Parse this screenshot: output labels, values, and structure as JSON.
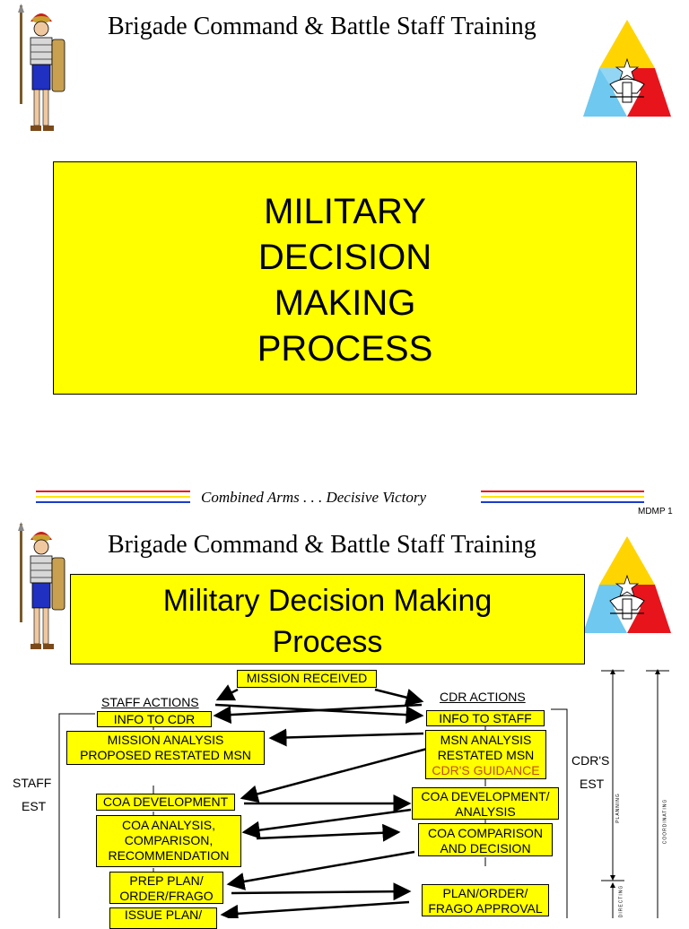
{
  "slide1": {
    "header_title": "Brigade Command & Battle Staff Training",
    "title_lines": [
      "MILITARY",
      "DECISION",
      "MAKING",
      "PROCESS"
    ],
    "footer_motto": "Combined Arms . . . Decisive Victory",
    "slide_number": "MDMP 1"
  },
  "slide2": {
    "header_title": "Brigade Command & Battle Staff Training",
    "title_lines": [
      "Military Decision Making",
      "Process"
    ],
    "mission_received": "MISSION RECEIVED",
    "staff_actions": "STAFF ACTIONS",
    "cdr_actions": "CDR ACTIONS",
    "staff_est_1": "STAFF",
    "staff_est_2": "EST",
    "cdr_est_1": "CDR'S",
    "cdr_est_2": "EST",
    "left_boxes": {
      "info_to_cdr": "INFO TO CDR",
      "mission_analysis_1": "MISSION ANALYSIS",
      "mission_analysis_2": "PROPOSED RESTATED MSN",
      "coa_development": "COA DEVELOPMENT",
      "coa_analysis_1": "COA ANALYSIS,",
      "coa_analysis_2": "COMPARISON,",
      "coa_analysis_3": "RECOMMENDATION",
      "prep_plan_1": "PREP PLAN/",
      "prep_plan_2": "ORDER/FRAGO",
      "issue_plan_1": "ISSUE PLAN/"
    },
    "right_boxes": {
      "info_to_staff": "INFO TO STAFF",
      "msn_analysis_1": "MSN ANALYSIS",
      "msn_analysis_2": "RESTATED MSN",
      "cdr_guidance": "CDR'S GUIDANCE",
      "coa_dev_1": "COA DEVELOPMENT/",
      "coa_dev_2": "ANALYSIS",
      "coa_comp_1": "COA COMPARISON",
      "coa_comp_2": "AND DECISION",
      "plan_order_1": "PLAN/ORDER/",
      "plan_order_2": "FRAGO APPROVAL"
    },
    "side_labels": {
      "planning": "PLANNING",
      "coordinating": "COORDINATING",
      "directing": "DIRECTING"
    }
  },
  "colors": {
    "title_yellow": "#ffff00",
    "stripe_red": "#e8141c",
    "stripe_yellow": "#ffe600",
    "stripe_blue": "#1a3cc8",
    "logo_yellow": "#ffd400",
    "logo_red": "#e8141c",
    "logo_blue": "#6ec8f0"
  }
}
